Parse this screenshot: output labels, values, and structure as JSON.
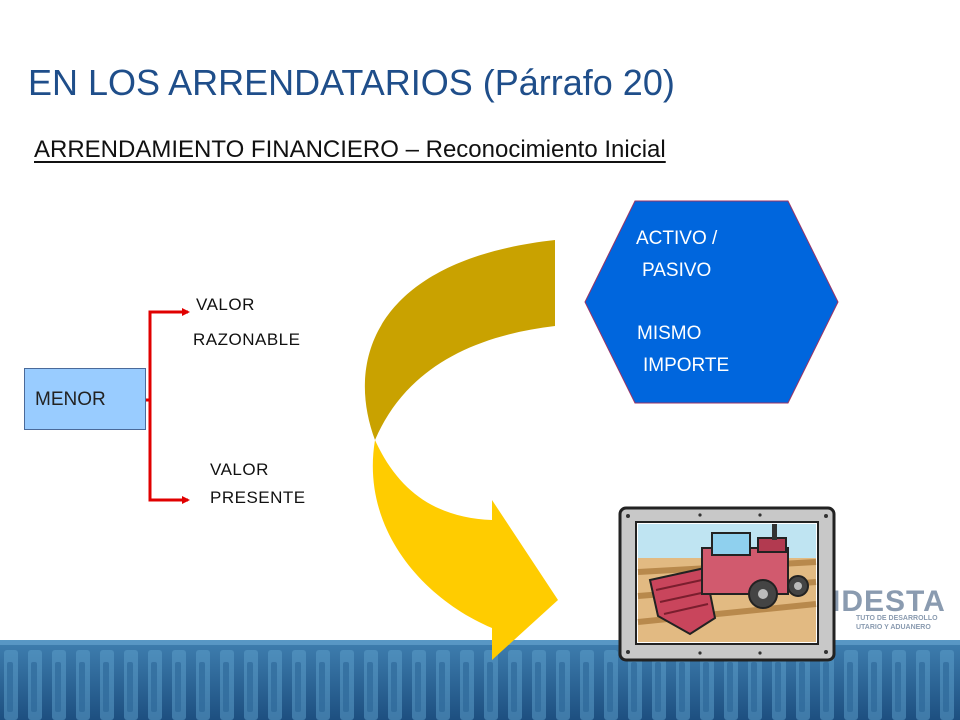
{
  "slide": {
    "title": "EN LOS ARRENDATARIOS (Párrafo 20)",
    "subtitle": "ARRENDAMIENTO FINANCIERO – Reconocimiento Inicial"
  },
  "diagram": {
    "menor_label": "MENOR",
    "branch_top": [
      "VALOR",
      "RAZONABLE"
    ],
    "branch_bottom": [
      "VALOR",
      "PRESENTE"
    ],
    "hexagon_lines": [
      "ACTIVO /",
      "PASIVO",
      "MISMO",
      "IMPORTE"
    ],
    "picture_icon": "combine-harvester-icon"
  },
  "logo": {
    "name": "IDESTA",
    "line1": "TUTO DE DESARROLLO",
    "line2": "UTARIO Y ADUANERO"
  },
  "colors": {
    "title": "#1f4e8a",
    "hexagon": "#0066dd",
    "arrow_dark": "#c9a200",
    "arrow_light": "#ffcc00",
    "menor_box": "#99ccff",
    "connector": "#e00000"
  }
}
